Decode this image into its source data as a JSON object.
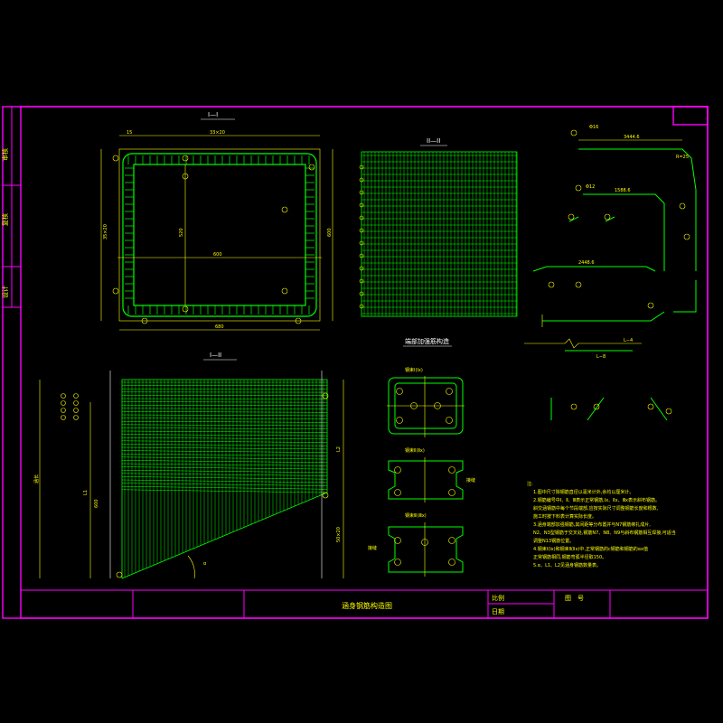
{
  "side_panel": {
    "labels": [
      "审核",
      "复核",
      "设计"
    ]
  },
  "title_block": {
    "drawing_title": "涵身钢筋构造图",
    "scale_label": "比例",
    "date_label": "日期",
    "drawing_no_label": "图　号"
  },
  "views": {
    "section_1_title": "I—I",
    "section_2_title": "II—II",
    "elevation_title": "I—II",
    "sub_title": "端部加强筋构造"
  },
  "section_1": {
    "dim_top_mid": "33×20",
    "dim_side": "35×20",
    "dim_bottom": "680",
    "dim_inner_h": "520",
    "dim_inner_w": "600",
    "dim_right": "600",
    "dim_small": "15",
    "markers": [
      "①",
      "②",
      "③",
      "④",
      "⑤",
      "⑥",
      "⑦",
      "⑧"
    ]
  },
  "elevation": {
    "dim_l1": "L1",
    "dim_l2": "L2",
    "dim_total": "涵长",
    "dim_bottom_left": "600",
    "dim_right_bottom": "50×20",
    "angle_label": "α",
    "left_marks": [
      "①",
      "②",
      "③",
      "④",
      "⑤",
      "⑥"
    ]
  },
  "details": {
    "d1_label": "钢束Ⅰ(Ⅰx)",
    "d2_label": "钢束Ⅱ(Ⅱx)",
    "d3_label": "钢束Ⅲ(Ⅲx)",
    "tag_a": "接缝",
    "tag_b": "接缝"
  },
  "rebar_shapes": {
    "len_1": "3444.6",
    "len_2": "1588.6",
    "len_3": "2448.6",
    "len_4": "L−4",
    "len_5": "L−8",
    "r_label": "R=25",
    "dia_1": "Φ12",
    "dia_2": "Φ16"
  },
  "notes": {
    "heading": "注:",
    "lines": [
      "1.图中尺寸除钢筋直径以毫米计外,余均以厘米计。",
      "2.钢筋编号中Ⅰ、Ⅱ、Ⅲ表示正常钢筋,Ⅰx、Ⅱx、Ⅲx表示斜布钢筋。",
      "  斜交涵钢筋中每个节段端部,应按实际尺寸调整钢筋长度和根数,",
      "  施工时按下料表计算实际长度。",
      "3.涵身端部加强钢筋,其间距等分布置并与N7钢筋绑扎成片,",
      "  N2、N3型钢筋于交叉处,钢筋N7、N8、N9与斜布钢筋相互焊接,可适当",
      "  调整N13钢筋位置。",
      "4.钢束Ⅰ(Ⅰx)和钢束Ⅱ(Ⅱx)中,正常钢筋的c钢筋和钢筋的αx值",
      "  正常钢筋相同,钢筋弯弧半径取150。",
      "5.α、L1、L2见涵身钢筋数量表。"
    ]
  }
}
